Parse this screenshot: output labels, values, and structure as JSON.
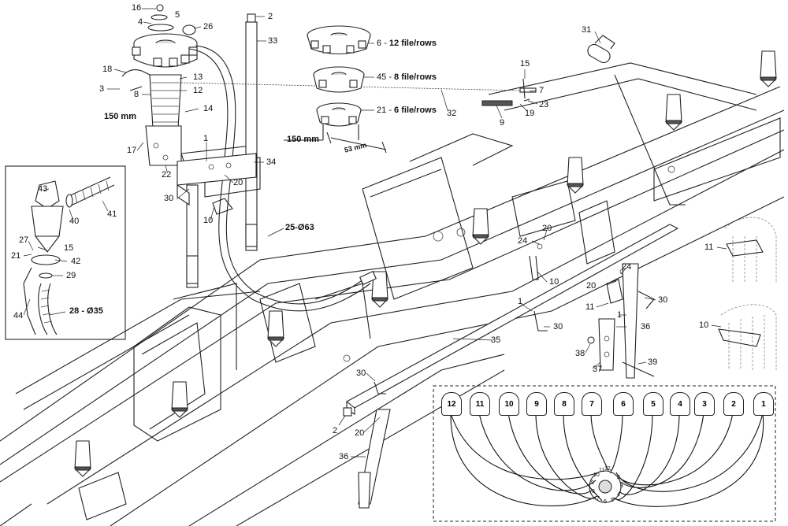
{
  "callouts": {
    "c16": "16",
    "c5": "5",
    "c4": "4",
    "c26": "26",
    "c2a": "2",
    "c33": "33",
    "c18": "18",
    "c3": "3",
    "c8": "8",
    "c13": "13",
    "c12": "12",
    "c14": "14",
    "c17": "17",
    "c22": "22",
    "c1a": "1",
    "c34": "34",
    "c20a": "20",
    "c30a": "30",
    "c10a": "10",
    "c25": "25",
    "c6": "6",
    "c45": "45",
    "c21a": "21",
    "c32": "32",
    "c31": "31",
    "c15a": "15",
    "c7": "7",
    "c23": "23",
    "c9": "9",
    "c19": "19",
    "c43": "43",
    "c40": "40",
    "c41": "41",
    "c27": "27",
    "c15b": "15",
    "c21b": "21",
    "c42": "42",
    "c29": "29",
    "c44": "44",
    "c28": "28",
    "c24a": "24",
    "c20b": "20",
    "c10b": "10",
    "c1b": "1",
    "c30b": "30",
    "c24b": "24",
    "c20c": "20",
    "c30c": "30",
    "c11a": "11",
    "c1c": "1",
    "c36a": "36",
    "c35": "35",
    "c38": "38",
    "c37": "37",
    "c39": "39",
    "c11b": "11",
    "c10c": "10",
    "c30d": "30",
    "c2b": "2",
    "c20d": "20",
    "c36b": "36"
  },
  "labels": {
    "row12": "12 file/rows",
    "row8": "8 file/rows",
    "row6": "6 file/rows",
    "dim150a": "150 mm",
    "dim150b": "150 mm",
    "dim53": "53 mm",
    "dia63": "Ø63",
    "dia35": "Ø35",
    "dash": "-"
  },
  "outlet_numbers": [
    "12",
    "11",
    "10",
    "9",
    "8",
    "7",
    "6",
    "5",
    "4",
    "3",
    "2",
    "1"
  ],
  "hub_numbers": [
    "1",
    "2",
    "3",
    "4",
    "5",
    "6",
    "7",
    "8",
    "9",
    "10",
    "11",
    "12"
  ]
}
